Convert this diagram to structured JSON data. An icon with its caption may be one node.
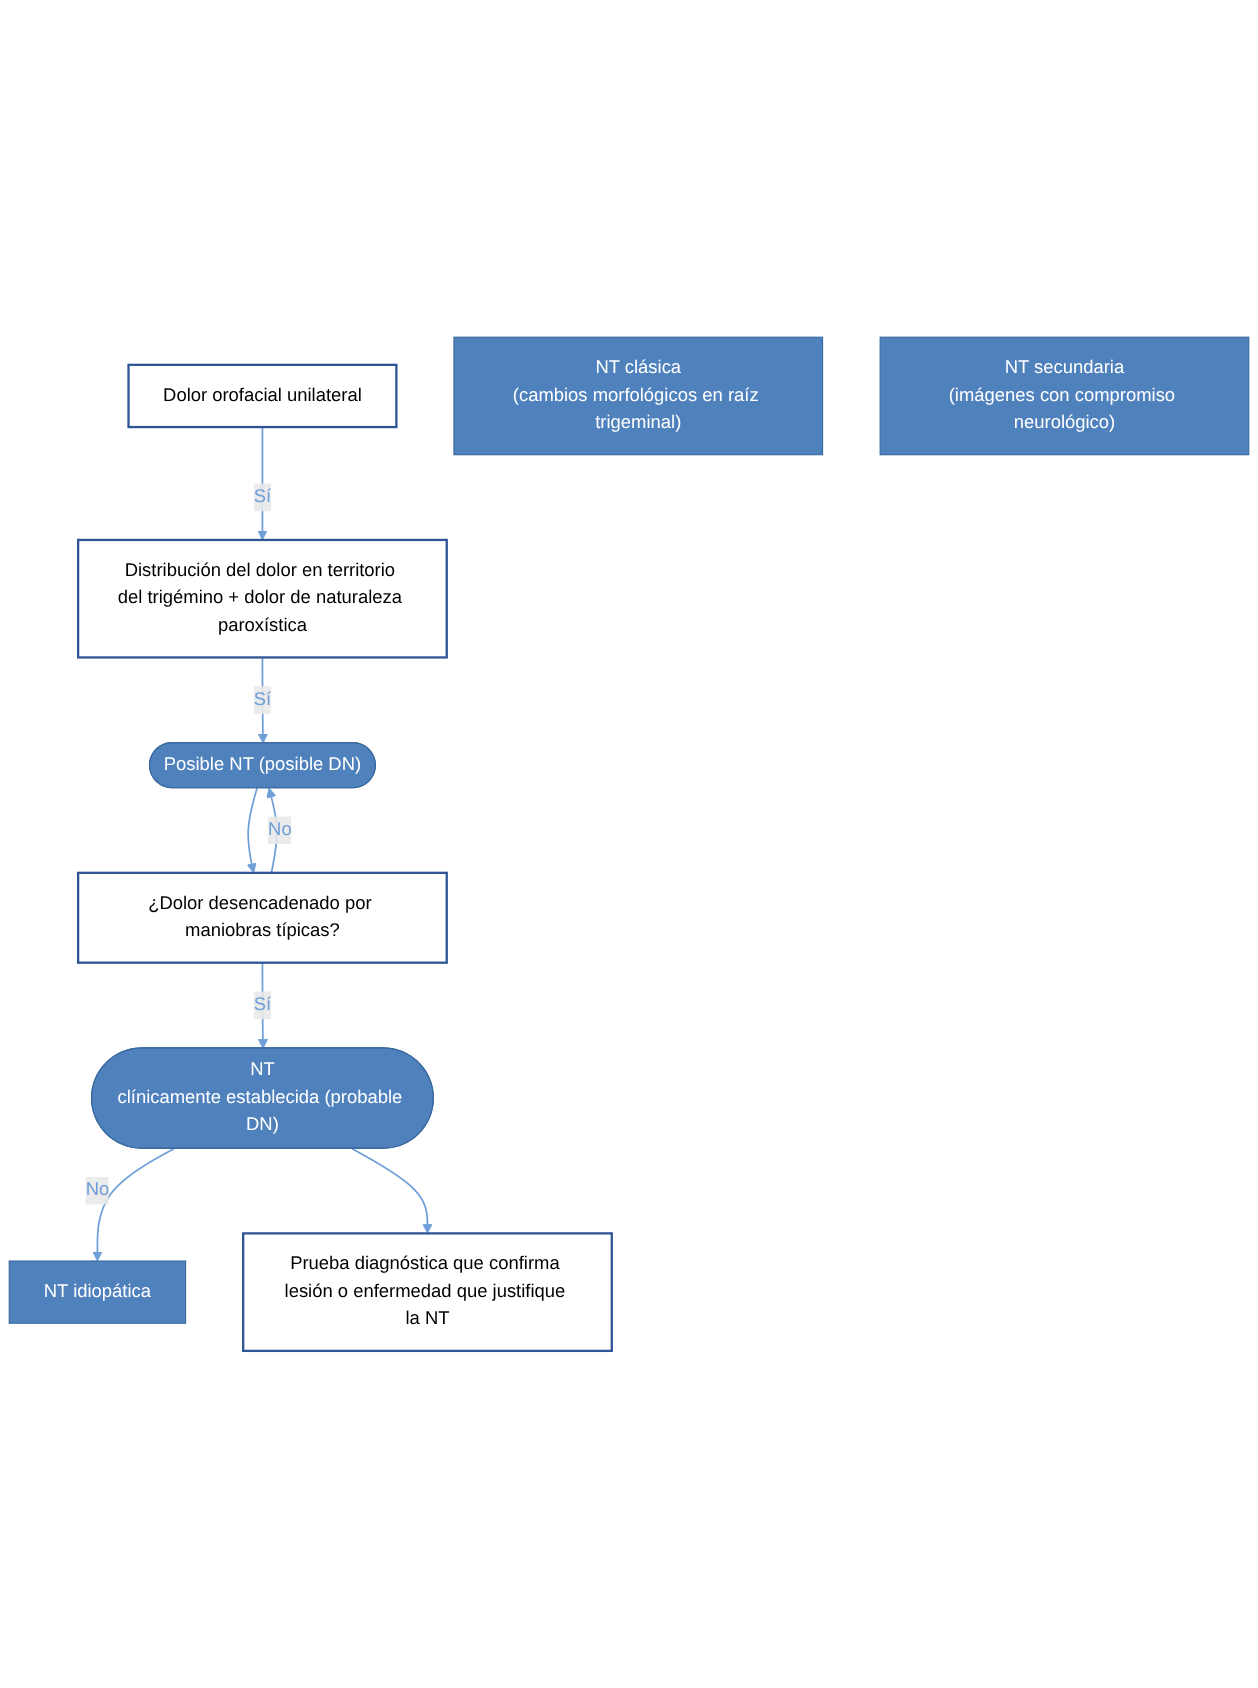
{
  "diagram": {
    "nodes": [
      {
        "text": [
          "Dolor orofacial unilateral"
        ]
      },
      {
        "text": [
          "Distribución del dolor en territorio del trigémino + dolor de naturaleza paroxística"
        ]
      },
      {
        "text": [
          "Posible NT (posible DN)"
        ]
      },
      {
        "text": [
          "¿Dolor desencadenado por maniobras típicas?"
        ]
      },
      {
        "text": [
          "NT",
          "clínicamente establecida (probable DN)"
        ]
      },
      {
        "text": [
          "NT idiopática"
        ]
      },
      {
        "text": [
          "Prueba diagnóstica que confirma lesión o enfermedad que justifique la NT"
        ]
      },
      {
        "text": [
          "NT clásica",
          "(cambios morfológicos en raíz trigeminal)"
        ]
      },
      {
        "text": [
          "NT secundaria",
          "(imágenes con compromiso neurológico)"
        ]
      }
    ],
    "edges": [
      {
        "from": 0,
        "to": 1,
        "arrow": "to",
        "label": "Sí"
      },
      {
        "from": 1,
        "to": 2,
        "arrow": "to",
        "label": "Sí"
      },
      {
        "from": 2,
        "to": 3,
        "arrow": "to"
      },
      {
        "from": 3,
        "to": 2,
        "arrow": "to",
        "label": "No"
      },
      {
        "from": 3,
        "to": 4,
        "arrow": "to",
        "label": "Sí"
      },
      {
        "from": 4,
        "to": 5,
        "arrow": "to",
        "label": "No"
      },
      {
        "from": 4,
        "to": 6,
        "arrow": "to"
      }
    ]
  }
}
